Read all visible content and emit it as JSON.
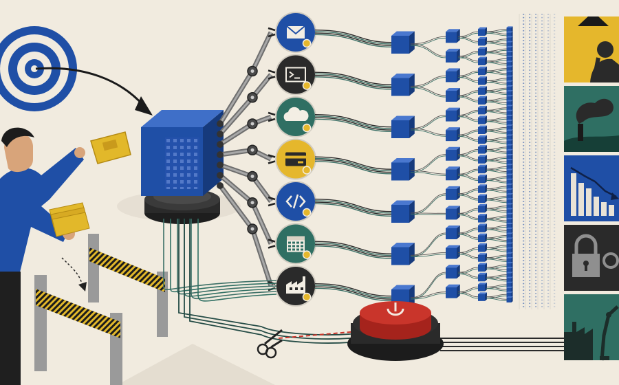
{
  "palette": {
    "paper": "#f1ebdf",
    "blue": "#1f4fa6",
    "blue_dark": "#163a7c",
    "navy": "#0f2148",
    "teal": "#2f6f63",
    "yellow": "#e5b72c",
    "red": "#c9352b",
    "charcoal": "#2a2a2a",
    "gray": "#8f8f8f"
  },
  "illustration": {
    "target": {
      "icon": "target-icon"
    },
    "person": {
      "icon": "person-icon",
      "items": [
        "card-icon",
        "card-stack-icon"
      ]
    },
    "barriers": {
      "icon": "barrier-icon",
      "count": 2
    },
    "central_cube": {
      "icon": "cube-icon"
    },
    "tools": [
      {
        "icon": "mail-icon",
        "color": "#1f4fa6"
      },
      {
        "icon": "terminal-icon",
        "color": "#2a2a2a"
      },
      {
        "icon": "cloud-icon",
        "color": "#2f6f63"
      },
      {
        "icon": "credit-card-icon",
        "color": "#e5b72c"
      },
      {
        "icon": "code-icon",
        "color": "#1f4fa6"
      },
      {
        "icon": "calendar-icon",
        "color": "#2f6f63"
      },
      {
        "icon": "factory-icon",
        "color": "#2a2a2a"
      }
    ],
    "network_levels": [
      7,
      14,
      28,
      56
    ],
    "off_switch": {
      "icon": "power-icon"
    },
    "scissors": {
      "icon": "scissors-icon"
    },
    "panels": [
      {
        "icon": "thinking-person-icon",
        "color": "#e5b72c"
      },
      {
        "icon": "smoke-icon",
        "color": "#2f6f63"
      },
      {
        "icon": "declining-bar-chart-icon",
        "color": "#1f4fa6"
      },
      {
        "icon": "padlock-icon",
        "color": "#2a2a2a"
      },
      {
        "icon": "robot-arm-factory-icon",
        "color": "#2f6f63"
      }
    ]
  }
}
